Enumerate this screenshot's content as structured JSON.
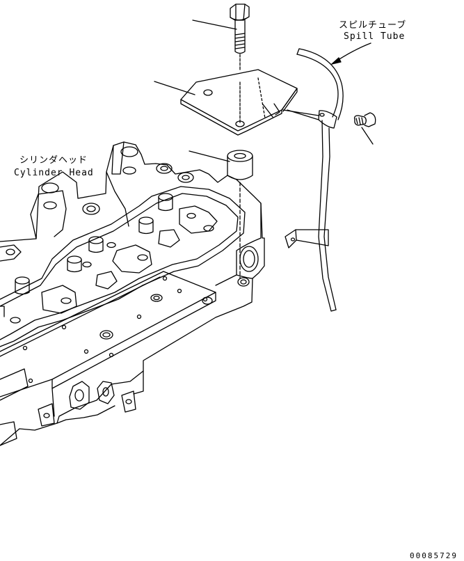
{
  "labels": {
    "spill_tube_jp": "スピルチューブ",
    "spill_tube_en": "Spill Tube",
    "cylinder_head_jp": "シリンダヘッド",
    "cylinder_head_en": "Cylinder Head",
    "drawing_number": "00085729"
  },
  "colors": {
    "line": "#000000",
    "background": "#ffffff"
  }
}
